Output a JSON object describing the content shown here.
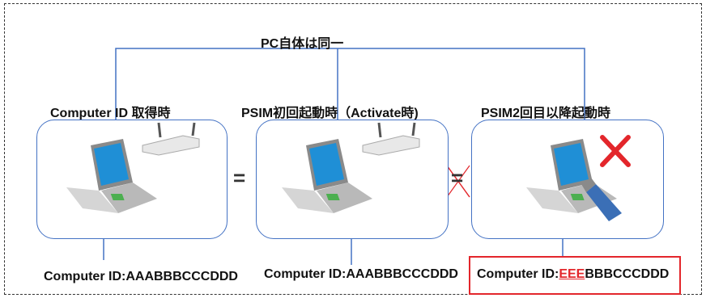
{
  "top_label": "PC自体は同一",
  "columns": [
    {
      "title": "Computer ID  取得時",
      "computer_id": "Computer ID:AAABBBCCCDDD"
    },
    {
      "title": "PSIM初回起動時（Activate時)",
      "computer_id": "Computer ID:AAABBBCCCDDD"
    },
    {
      "title": "PSIM2回目以降起動時",
      "computer_id_prefix": "Computer ID:",
      "computer_id_changed": "EEE",
      "computer_id_rest": "BBBCCCDDD"
    }
  ],
  "equals_symbol": "=",
  "colors": {
    "line": "#4472c4",
    "alert": "#e3262b",
    "screen": "#1f8fd6"
  },
  "icons": [
    "laptop-icon",
    "router-icon",
    "usb-dongle-icon",
    "red-x-icon"
  ]
}
